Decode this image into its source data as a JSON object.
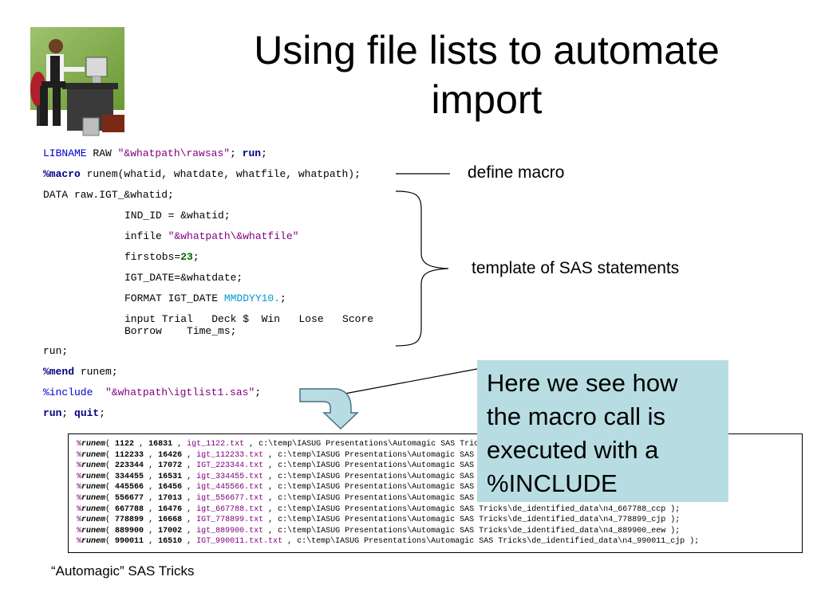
{
  "title": "Using file lists to automate import",
  "code": {
    "libname_kw": "LIBNAME",
    "libname_rest": " RAW ",
    "libname_path": "\"&whatpath\\rawsas\"",
    "libname_semi": "; ",
    "libname_run": "run",
    "libname_end": ";",
    "macro_kw": "%macro",
    "macro_rest": " runem(whatid, whatdate, whatfile, whatpath);",
    "data_line": "DATA raw.IGT_&whatid;",
    "indid_line": "IND_ID = &whatid;",
    "infile_kw": "infile ",
    "infile_path": "\"&whatpath\\&whatfile\"",
    "firstobs_kw": "firstobs=",
    "firstobs_val": "23",
    "firstobs_end": ";",
    "igtdate_line": "IGT_DATE=&whatdate;",
    "format_kw": "FORMAT IGT_DATE ",
    "format_val": "MMDDYY10.",
    "format_end": ";",
    "input_line1": "input Trial   Deck $  Win   Lose   Score",
    "input_line2": "Borrow    Time_ms;",
    "run_line": "run;",
    "mend_kw": "%mend",
    "mend_rest": " runem;",
    "include_kw": "%include",
    "include_path": "\"&whatpath\\igtlist1.sas\"",
    "include_end": ";",
    "final_run": "run",
    "final_sep": "; ",
    "final_quit": "quit",
    "final_end": ";"
  },
  "labels": {
    "define_macro": "define macro",
    "template": "template of SAS statements"
  },
  "callout": "Here we see how the macro call is executed with a %INCLUDE",
  "calls": [
    {
      "id": "1122",
      "date": "16831",
      "file": "igt_1122.txt",
      "path": "c:\\temp\\IASUG Presentations\\Automagic SAS Tricks\\de_identified_data\\n4_1122_eew );"
    },
    {
      "id": "112233",
      "date": "16426",
      "file": "igt_112233.txt",
      "path": "c:\\temp\\IASUG Presentations\\Automagic SAS Tricks\\de_identified_data\\n4_112233_eew );"
    },
    {
      "id": "223344",
      "date": "17072",
      "file": "IGT_223344.txt",
      "path": "c:\\temp\\IASUG Presentations\\Automagic SAS Tricks\\de_identified_data\\n4_223344_cjp );"
    },
    {
      "id": "334455",
      "date": "16531",
      "file": "igt_334455.txt",
      "path": "c:\\temp\\IASUG Presentations\\Automagic SAS Tricks\\de_identified_data\\n4_334455_eew );"
    },
    {
      "id": "445566",
      "date": "16456",
      "file": "igt_445566.txt",
      "path": "c:\\temp\\IASUG Presentations\\Automagic SAS Tricks\\de_identified_data\\n4_445566_eew );"
    },
    {
      "id": "556677",
      "date": "17013",
      "file": "igt_556677.txt",
      "path": "c:\\temp\\IASUG Presentations\\Automagic SAS Tricks\\de_identified_data\\n4_556677_eey );"
    },
    {
      "id": "667788",
      "date": "16476",
      "file": "igt_667788.txt",
      "path": "c:\\temp\\IASUG Presentations\\Automagic SAS Tricks\\de_identified_data\\n4_667788_ccp );"
    },
    {
      "id": "778899",
      "date": "16668",
      "file": "IGT_778899.txt",
      "path": "c:\\temp\\IASUG Presentations\\Automagic SAS Tricks\\de_identified_data\\n4_778899_cjp );"
    },
    {
      "id": "889900",
      "date": "17002",
      "file": "igt_889900.txt",
      "path": "c:\\temp\\IASUG Presentations\\Automagic SAS Tricks\\de_identified_data\\n4_889900_eew );"
    },
    {
      "id": "990011",
      "date": "16510",
      "file": "IGT_990011.txt.txt",
      "path": "c:\\temp\\IASUG Presentations\\Automagic SAS Tricks\\de_identified_data\\n4_990011_cjp );"
    }
  ],
  "call_prefix": "%",
  "call_macro": "runem",
  "footer": "“Automagic” SAS Tricks",
  "colors": {
    "keyword": "#0000cc",
    "string": "#800080",
    "format": "#0099cc",
    "callout_bg": "#b7dde2",
    "arrow_fill": "#b7dde2"
  }
}
